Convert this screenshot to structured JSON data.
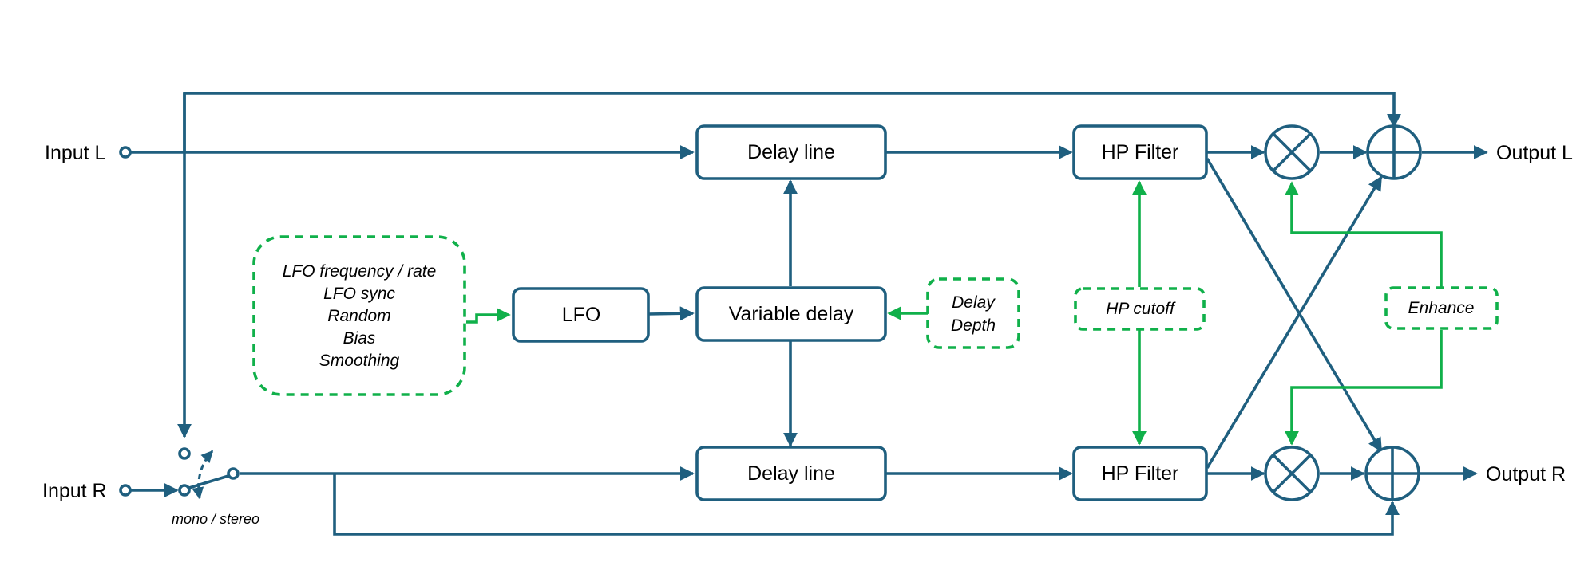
{
  "inputs": {
    "left": "Input L",
    "right": "Input R"
  },
  "outputs": {
    "left": "Output  L",
    "right": "Output  R"
  },
  "blocks": {
    "delay_line_top": "Delay line",
    "delay_line_bottom": "Delay line",
    "variable_delay": "Variable delay",
    "lfo": "LFO",
    "hp_filter_top": "HP Filter",
    "hp_filter_bottom": "HP Filter"
  },
  "controls": {
    "lfo_params": [
      "LFO frequency / rate",
      "LFO sync",
      "Random",
      "Bias",
      "Smoothing"
    ],
    "delay": [
      "Delay",
      "Depth"
    ],
    "hp_cutoff": "HP cutoff",
    "enhance": "Enhance"
  },
  "switch_label": "mono / stereo",
  "colors": {
    "signal": "#1f5f7f",
    "control": "#10b04a"
  }
}
